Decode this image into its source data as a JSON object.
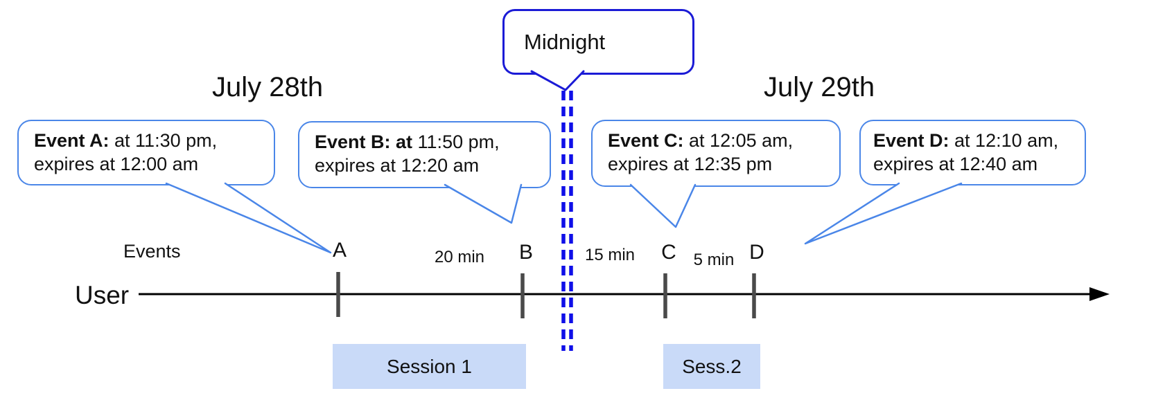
{
  "title_dates": {
    "july28": "July 28th",
    "july29": "July 29th"
  },
  "midnight_callout": {
    "label": "Midnight"
  },
  "event_callouts": [
    {
      "id": "A",
      "bold": "Event A:",
      "rest": " at 11:30 pm,",
      "line2": "expires at 12:00 am"
    },
    {
      "id": "B",
      "bold": "Event B: at",
      "rest": " 11:50 pm,",
      "line2": "expires at 12:20 am"
    },
    {
      "id": "C",
      "bold": "Event C:",
      "rest": " at 12:05 am,",
      "line2": "expires at 12:35 pm"
    },
    {
      "id": "D",
      "bold": "Event D: ",
      "rest": " at 12:10 am,",
      "line2": "expires at 12:40 am"
    }
  ],
  "axis": {
    "events_label": "Events",
    "user_label": "User"
  },
  "tick_labels": [
    "A",
    "B",
    "C",
    "D"
  ],
  "durations": [
    {
      "between": "A-B",
      "label": "20 min"
    },
    {
      "between": "B-C",
      "label": "15 min"
    },
    {
      "between": "C-D",
      "label": "5 min"
    }
  ],
  "sessions": [
    {
      "label": "Session 1"
    },
    {
      "label": "Sess.2"
    }
  ],
  "colors": {
    "bubble_border": "#4a86e8",
    "midnight_border": "#1b1bd6",
    "dash": "#0f0fe8",
    "session_fill": "#c9daf8",
    "tick": "#4a4a4a",
    "timeline": "#000000",
    "text": "#111111"
  }
}
